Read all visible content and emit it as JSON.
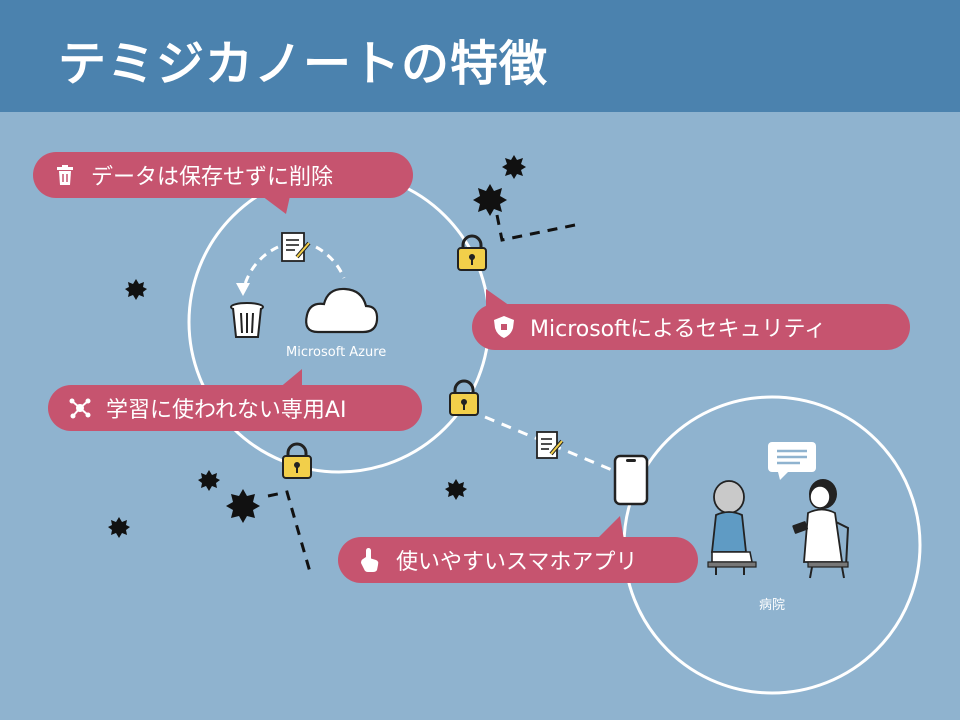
{
  "header": {
    "title": "テミジカノートの特徴"
  },
  "features": {
    "data_deletion": "データは保存せずに削除",
    "security": "Microsoftによるセキュリティ",
    "private_ai": "学習に使われない専用AI",
    "app": "使いやすいスマホアプリ"
  },
  "labels": {
    "cloud": "Microsoft Azure",
    "hospital": "病院"
  },
  "colors": {
    "header": "#4b82ae",
    "background": "#8fb3cf",
    "bubble": "#c6546f",
    "lock": "#f2cf4a"
  },
  "icons": [
    "trash-icon",
    "shield-icon",
    "network-icon",
    "touch-icon",
    "cloud-icon",
    "lock-icon",
    "memo-icon",
    "smartphone-icon",
    "virus-icon",
    "chat-icon"
  ]
}
